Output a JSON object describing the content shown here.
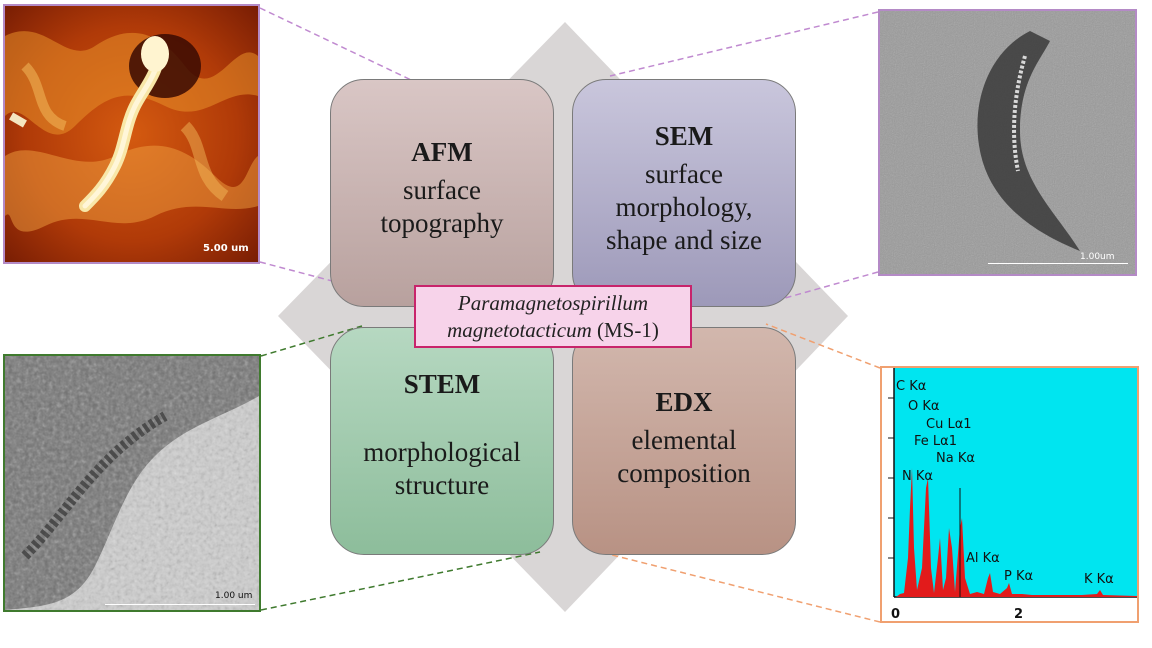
{
  "center": {
    "organism": "Paramagnetospirillum magnetotacticum",
    "organism_line1": "Paramagnetospirillum",
    "organism_line2": "magnetotacticum",
    "strain": "(MS-1)"
  },
  "quadrants": {
    "afm": {
      "title": "AFM",
      "desc_line1": "surface",
      "desc_line2": "topography"
    },
    "sem": {
      "title": "SEM",
      "desc_line1": "surface",
      "desc_line2": "morphology,",
      "desc_line3": "shape and size"
    },
    "stem": {
      "title": "STEM",
      "desc_line1": "morphological",
      "desc_line2": "structure"
    },
    "edx": {
      "title": "EDX",
      "desc_line1": "elemental",
      "desc_line2": "composition"
    }
  },
  "images": {
    "afm": {
      "scale": "5.00 um"
    },
    "sem": {
      "scale": "1.00um"
    },
    "stem": {
      "scale": "1.00 um"
    }
  },
  "edx": {
    "labels": {
      "c": "C Kα",
      "o": "O Kα",
      "cu": "Cu Lα1",
      "fe": "Fe Lα1",
      "na": "Na Kα",
      "n": "N Kα",
      "al": "Al Kα",
      "p": "P Kα",
      "k": "K Kα"
    },
    "axis_ticks": [
      "0",
      "2"
    ]
  },
  "colors": {
    "afm_border": "#b48ac6",
    "sem_border": "#b48ac6",
    "stem_border": "#3f7a2e",
    "edx_border": "#f0a070",
    "center_border": "#c8246b",
    "center_fill": "#f7d3ea",
    "edx_background": "#00e5f0",
    "edx_peaks": "#e21b1b"
  }
}
